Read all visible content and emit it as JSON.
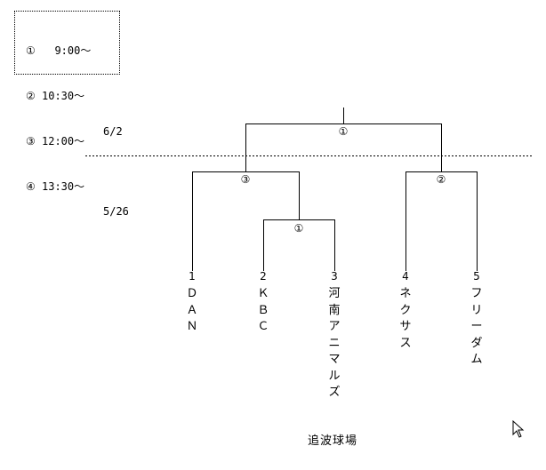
{
  "schedule": [
    {
      "mark": "①",
      "time": "  9:00～"
    },
    {
      "mark": "②",
      "time": "10:30～"
    },
    {
      "mark": "③",
      "time": "12:00～"
    },
    {
      "mark": "④",
      "time": "13:30～"
    }
  ],
  "dates": {
    "final": "6/2",
    "first": "5/26"
  },
  "matches": {
    "final": "①",
    "semi_left": "③",
    "semi_right": "②",
    "first_round": "①"
  },
  "teams": [
    {
      "seed": "1",
      "name": "ＤＡＮ"
    },
    {
      "seed": "2",
      "name": "ＫＢＣ"
    },
    {
      "seed": "3",
      "name": "河南アニマルズ"
    },
    {
      "seed": "4",
      "name": "ネクサス"
    },
    {
      "seed": "5",
      "name": "フリーダム"
    }
  ],
  "venue": "追波球場"
}
